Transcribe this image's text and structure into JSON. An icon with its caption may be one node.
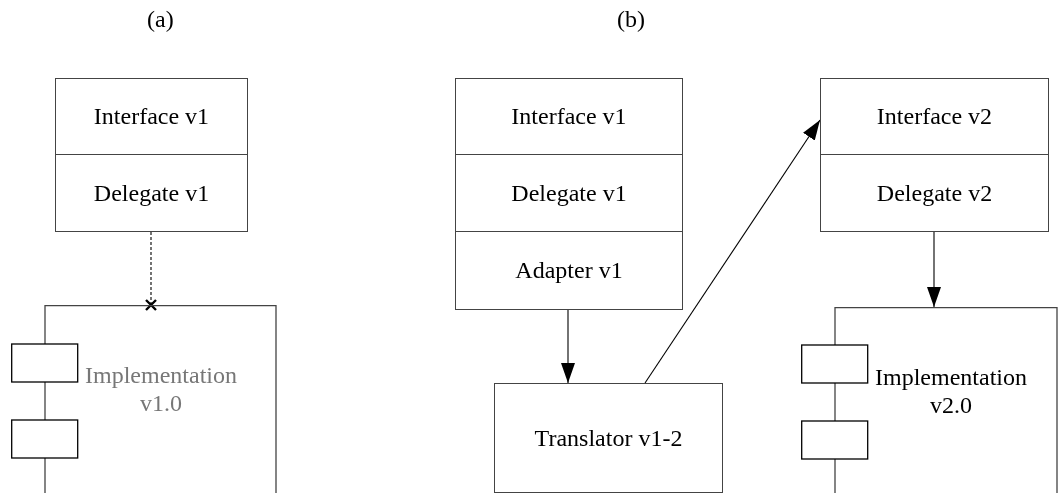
{
  "diagram": {
    "nodes": [
      {
        "text": [
          "Interface v1"
        ]
      },
      {
        "text": [
          "Delegate v1"
        ]
      },
      {
        "text": [
          "Implementation v1.0"
        ]
      },
      {
        "text": [
          "Interface v1"
        ]
      },
      {
        "text": [
          "Delegate v1"
        ]
      },
      {
        "text": [
          "Adapter v1"
        ]
      },
      {
        "text": [
          "Translator v1-2"
        ]
      },
      {
        "text": [
          "Interface v2"
        ]
      },
      {
        "text": [
          "Delegate v2"
        ]
      },
      {
        "text": [
          "Implementation v2.0"
        ]
      }
    ],
    "edges": [
      {
        "from": 1,
        "to": 2,
        "arrow": "other",
        "style": "dashed"
      },
      {
        "from": 5,
        "to": 6,
        "arrow": "to"
      },
      {
        "from": 6,
        "to": 7,
        "arrow": "to"
      },
      {
        "from": 8,
        "to": 9,
        "arrow": "to"
      }
    ],
    "labels": [
      "(a)",
      "(b)"
    ]
  }
}
